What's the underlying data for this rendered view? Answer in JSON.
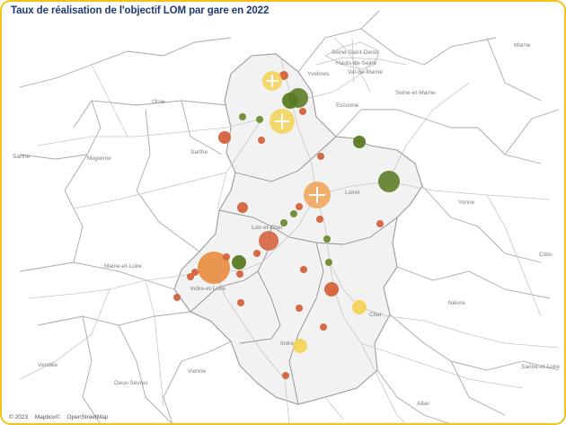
{
  "title": "Taux de réalisation de l'objectif LOM par gare en 2022",
  "credits": {
    "copyright": "© 2023",
    "mapbox": "Mapbox©",
    "osm": "OpenStreetMap"
  },
  "colors": {
    "dark_green": "#5a7a22",
    "green": "#6f8b2f",
    "orange_red": "#d5613b",
    "orange": "#e8893a",
    "light_orange": "#f0a55a",
    "yellow": "#f3d357",
    "region_fill": "#f2f2f2",
    "border_line": "#a8a8a8",
    "frame": "#f2c318",
    "title": "#1f3a7a"
  },
  "place_labels": [
    {
      "name": "Seine-Saint-Denis"
    },
    {
      "name": "Hauts-de-Seine"
    },
    {
      "name": "Val-de-Marne"
    },
    {
      "name": "Yvelines"
    },
    {
      "name": "Essonne"
    },
    {
      "name": "Seine-et-Marne"
    },
    {
      "name": "Marne"
    },
    {
      "name": "Orne"
    },
    {
      "name": "Mayenne"
    },
    {
      "name": "Sarthe"
    },
    {
      "name": "Sarthe"
    },
    {
      "name": "Loiret"
    },
    {
      "name": "Yonne"
    },
    {
      "name": "Loir-et-Cher"
    },
    {
      "name": "Maine-et-Loire"
    },
    {
      "name": "Indre-et-Loire"
    },
    {
      "name": "Côte-"
    },
    {
      "name": "Nièvre"
    },
    {
      "name": "Cher"
    },
    {
      "name": "Indre"
    },
    {
      "name": "Vendée"
    },
    {
      "name": "Deux-Sèvres"
    },
    {
      "name": "Vienne"
    },
    {
      "name": "Saône-et-Loire"
    },
    {
      "name": "Allier"
    }
  ],
  "stations": [
    {
      "id": "s1",
      "color": "orange_red",
      "size": 5,
      "plus": false
    },
    {
      "id": "s2",
      "color": "yellow",
      "size": 11,
      "plus": true
    },
    {
      "id": "s3",
      "color": "dark_green",
      "size": 11,
      "plus": false
    },
    {
      "id": "s4",
      "color": "dark_green",
      "size": 9,
      "plus": false
    },
    {
      "id": "s5",
      "color": "orange_red",
      "size": 4,
      "plus": false
    },
    {
      "id": "s6",
      "color": "yellow",
      "size": 14,
      "plus": true
    },
    {
      "id": "s7",
      "color": "green",
      "size": 4,
      "plus": false
    },
    {
      "id": "s8",
      "color": "green",
      "size": 4,
      "plus": false
    },
    {
      "id": "s9",
      "color": "orange_red",
      "size": 7,
      "plus": false
    },
    {
      "id": "s10",
      "color": "orange_red",
      "size": 4,
      "plus": false
    },
    {
      "id": "s11",
      "color": "dark_green",
      "size": 7,
      "plus": false
    },
    {
      "id": "s12",
      "color": "orange_red",
      "size": 4,
      "plus": false
    },
    {
      "id": "s13",
      "color": "dark_green",
      "size": 12,
      "plus": false
    },
    {
      "id": "s14",
      "color": "light_orange",
      "size": 15,
      "plus": true
    },
    {
      "id": "s15",
      "color": "orange_red",
      "size": 6,
      "plus": false
    },
    {
      "id": "s16",
      "color": "orange_red",
      "size": 4,
      "plus": false
    },
    {
      "id": "s17",
      "color": "green",
      "size": 4,
      "plus": false
    },
    {
      "id": "s18",
      "color": "green",
      "size": 4,
      "plus": false
    },
    {
      "id": "s19",
      "color": "orange_red",
      "size": 4,
      "plus": false
    },
    {
      "id": "s20",
      "color": "orange_red",
      "size": 4,
      "plus": false
    },
    {
      "id": "s21",
      "color": "orange_red",
      "size": 11,
      "plus": false
    },
    {
      "id": "s22",
      "color": "green",
      "size": 4,
      "plus": false
    },
    {
      "id": "s23",
      "color": "orange_red",
      "size": 4,
      "plus": false
    },
    {
      "id": "s24",
      "color": "orange",
      "size": 18,
      "plus": false
    },
    {
      "id": "s25",
      "color": "dark_green",
      "size": 8,
      "plus": false
    },
    {
      "id": "s26",
      "color": "orange_red",
      "size": 4,
      "plus": false
    },
    {
      "id": "s27",
      "color": "orange_red",
      "size": 4,
      "plus": false
    },
    {
      "id": "s28",
      "color": "orange_red",
      "size": 4,
      "plus": false
    },
    {
      "id": "s29",
      "color": "orange_red",
      "size": 4,
      "plus": false
    },
    {
      "id": "s30",
      "color": "orange_red",
      "size": 4,
      "plus": false
    },
    {
      "id": "s31",
      "color": "orange_red",
      "size": 8,
      "plus": false
    },
    {
      "id": "s32",
      "color": "green",
      "size": 4,
      "plus": false
    },
    {
      "id": "s33",
      "color": "orange_red",
      "size": 4,
      "plus": false
    },
    {
      "id": "s34",
      "color": "orange_red",
      "size": 4,
      "plus": false
    },
    {
      "id": "s35",
      "color": "orange_red",
      "size": 4,
      "plus": false
    },
    {
      "id": "s36",
      "color": "yellow",
      "size": 8,
      "plus": false
    },
    {
      "id": "s37",
      "color": "orange_red",
      "size": 4,
      "plus": false
    },
    {
      "id": "s38",
      "color": "yellow",
      "size": 8,
      "plus": false
    },
    {
      "id": "s39",
      "color": "orange_red",
      "size": 4,
      "plus": false
    }
  ]
}
